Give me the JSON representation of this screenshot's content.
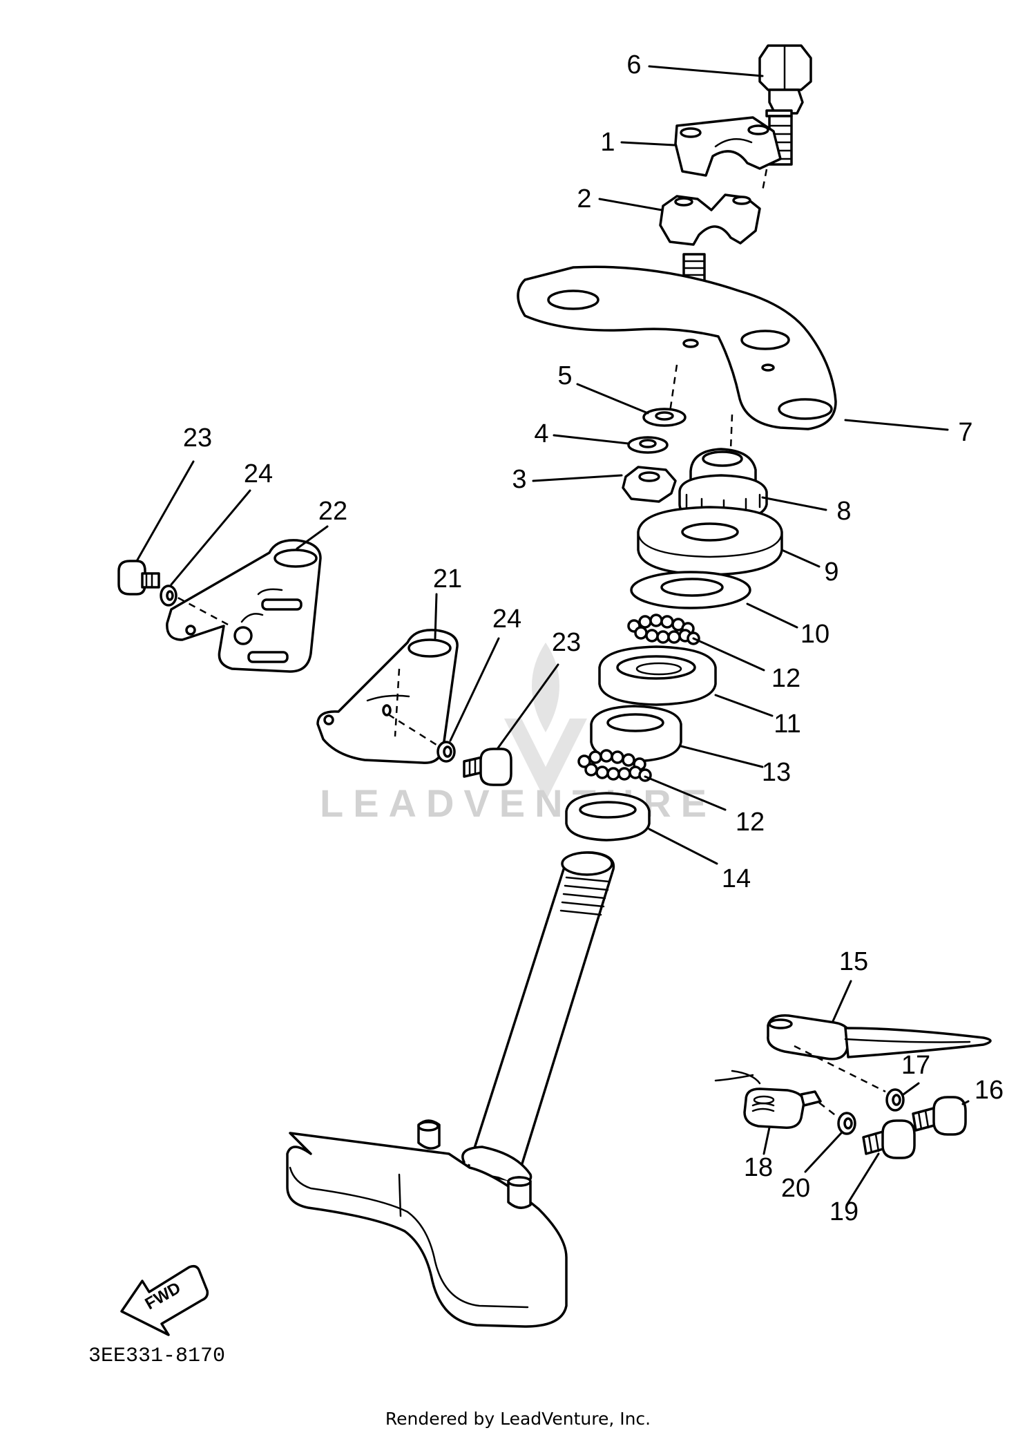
{
  "diagram_code": "3EE331-8170",
  "footer": "Rendered by LeadVenture, Inc.",
  "watermark": "LEADVENTURE",
  "fwd_label": "FWD",
  "callouts": [
    {
      "id": "c6",
      "label": "6"
    },
    {
      "id": "c1",
      "label": "1"
    },
    {
      "id": "c2",
      "label": "2"
    },
    {
      "id": "c5",
      "label": "5"
    },
    {
      "id": "c7",
      "label": "7"
    },
    {
      "id": "c4",
      "label": "4"
    },
    {
      "id": "c3",
      "label": "3"
    },
    {
      "id": "c8",
      "label": "8"
    },
    {
      "id": "c9",
      "label": "9"
    },
    {
      "id": "c10",
      "label": "10"
    },
    {
      "id": "c12a",
      "label": "12"
    },
    {
      "id": "c11",
      "label": "11"
    },
    {
      "id": "c13",
      "label": "13"
    },
    {
      "id": "c12b",
      "label": "12"
    },
    {
      "id": "c14",
      "label": "14"
    },
    {
      "id": "c23a",
      "label": "23"
    },
    {
      "id": "c24a",
      "label": "24"
    },
    {
      "id": "c22",
      "label": "22"
    },
    {
      "id": "c21",
      "label": "21"
    },
    {
      "id": "c24b",
      "label": "24"
    },
    {
      "id": "c23b",
      "label": "23"
    },
    {
      "id": "c15",
      "label": "15"
    },
    {
      "id": "c17",
      "label": "17"
    },
    {
      "id": "c16",
      "label": "16"
    },
    {
      "id": "c18",
      "label": "18"
    },
    {
      "id": "c20",
      "label": "20"
    },
    {
      "id": "c19",
      "label": "19"
    }
  ]
}
